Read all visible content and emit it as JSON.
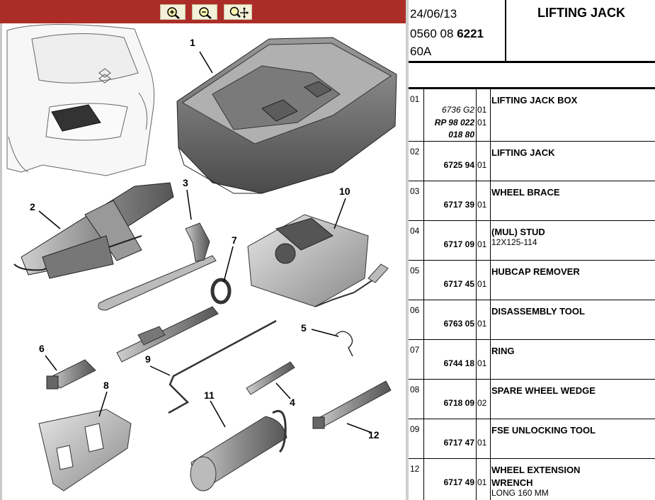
{
  "toolbar": {
    "zoom_in": "zoom-in-icon",
    "zoom_out": "zoom-out-icon",
    "pan_zoom": "zoom-move-icon",
    "color": "#ac2d27"
  },
  "diagram": {
    "callouts": [
      "1",
      "2",
      "3",
      "4",
      "5",
      "6",
      "7",
      "8",
      "9",
      "10",
      "11",
      "12"
    ]
  },
  "header": {
    "date": "24/06/13",
    "code_prefix": "0560 08",
    "code_bold": "6221",
    "sub": "60A",
    "title": "LIFTING JACK"
  },
  "parts": [
    {
      "index": "01",
      "refs": [
        "6736 G2",
        "RP 98 022",
        "018 80"
      ],
      "qtys": [
        "01",
        "01"
      ],
      "desc": "LIFTING JACK BOX",
      "note": ""
    },
    {
      "index": "02",
      "refs": [
        "6725 94"
      ],
      "qtys": [
        "01"
      ],
      "desc": "LIFTING JACK",
      "note": ""
    },
    {
      "index": "03",
      "refs": [
        "6717 39"
      ],
      "qtys": [
        "01"
      ],
      "desc": "WHEEL BRACE",
      "note": ""
    },
    {
      "index": "04",
      "refs": [
        "6717 09"
      ],
      "qtys": [
        "01"
      ],
      "desc": "(MUL) STUD",
      "note": "12X125-114"
    },
    {
      "index": "05",
      "refs": [
        "6717 45"
      ],
      "qtys": [
        "01"
      ],
      "desc": "HUBCAP REMOVER",
      "note": ""
    },
    {
      "index": "06",
      "refs": [
        "6763 05"
      ],
      "qtys": [
        "01"
      ],
      "desc": "DISASSEMBLY TOOL",
      "note": ""
    },
    {
      "index": "07",
      "refs": [
        "6744 18"
      ],
      "qtys": [
        "01"
      ],
      "desc": "RING",
      "note": ""
    },
    {
      "index": "08",
      "refs": [
        "6718 09"
      ],
      "qtys": [
        "02"
      ],
      "desc": "SPARE WHEEL WEDGE",
      "note": ""
    },
    {
      "index": "09",
      "refs": [
        "6717 47"
      ],
      "qtys": [
        "01"
      ],
      "desc": "FSE UNLOCKING TOOL",
      "note": ""
    },
    {
      "index": "12",
      "refs": [
        "6717 49"
      ],
      "qtys": [
        "01"
      ],
      "desc": "WHEEL EXTENSION WRENCH",
      "note": "LONG 160 MM"
    }
  ]
}
